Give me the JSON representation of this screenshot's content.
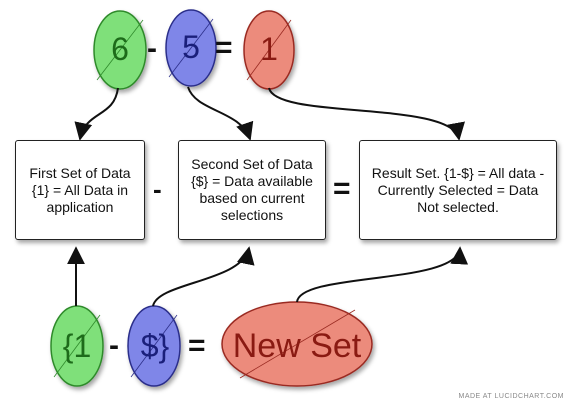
{
  "top_equation": {
    "left": "6",
    "minus": "-",
    "middle": "5",
    "equals": "=",
    "right": "1"
  },
  "boxes": {
    "first": "First Set of Data {1} = All Data in application",
    "minus": "-",
    "second": "Second Set of Data {$} = Data available based on current selections",
    "equals": "=",
    "result": "Result Set. {1-$} = All data - Currently Selected = Data Not selected."
  },
  "bottom_equation": {
    "left": "{1",
    "minus": "-",
    "middle": "$}",
    "equals": "=",
    "right": "New Set"
  },
  "watermark": "MADE AT LUCIDCHART.COM",
  "colors": {
    "green_fill": "#7fe07a",
    "green_stroke": "#2f8a2b",
    "green_text": "#1d6b1a",
    "blue_fill": "#7f86e8",
    "blue_stroke": "#2c2f8a",
    "blue_text": "#1a1f7a",
    "red_fill": "#ec8b7c",
    "red_stroke": "#9a2b22",
    "red_text": "#8a1a12"
  }
}
